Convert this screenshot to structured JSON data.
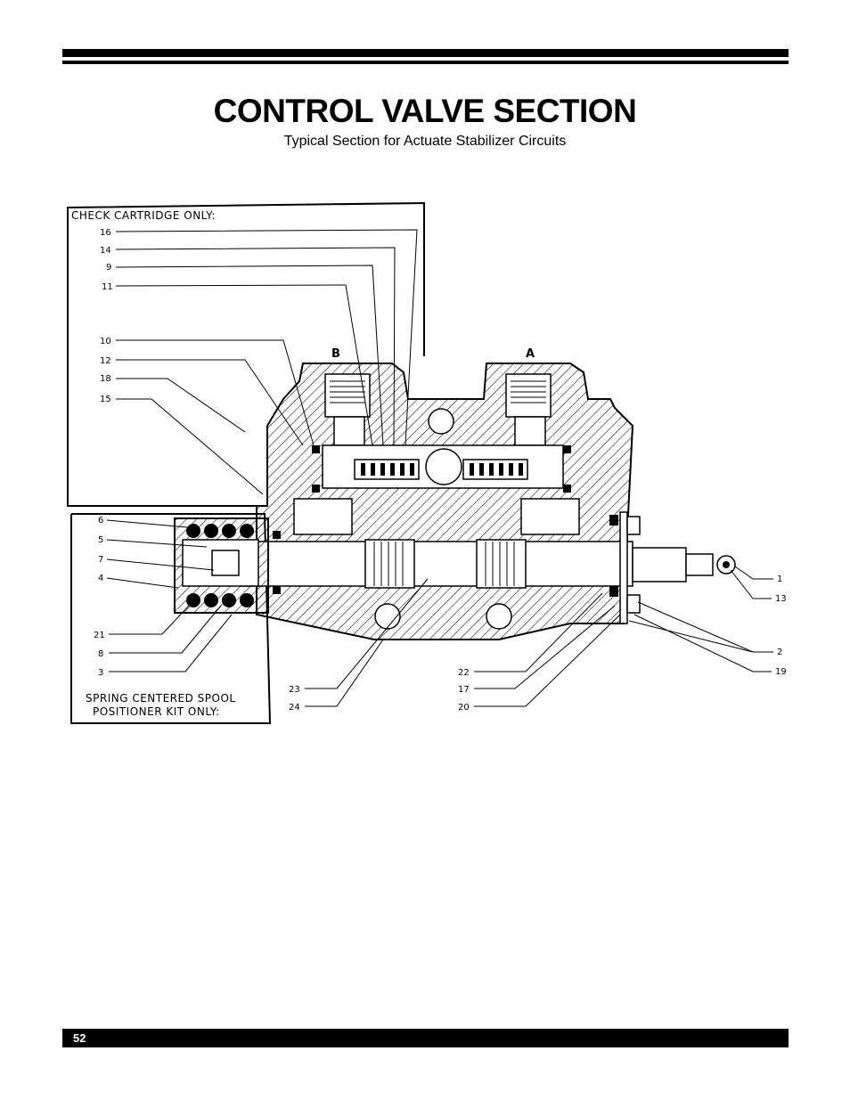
{
  "header": {
    "title": "CONTROL VALVE SECTION",
    "subtitle": "Typical Section for Actuate Stabilizer Circuits"
  },
  "diagram": {
    "check_cartridge_label": "CHECK CARTRIDGE ONLY:",
    "spring_kit_label_line1": "SPRING CENTERED SPOOL",
    "spring_kit_label_line2": "POSITIONER KIT ONLY:",
    "port_b": "B",
    "port_a": "A",
    "callouts_check": [
      "16",
      "14",
      "9",
      "11",
      "10",
      "12",
      "18",
      "15"
    ],
    "callouts_spring": [
      "6",
      "5",
      "7",
      "4",
      "21",
      "8",
      "3"
    ],
    "callouts_bottom": [
      "23",
      "24",
      "22",
      "17",
      "20"
    ],
    "callouts_right": [
      "1",
      "13",
      "2",
      "19"
    ]
  },
  "footer": {
    "page_number": "52"
  }
}
